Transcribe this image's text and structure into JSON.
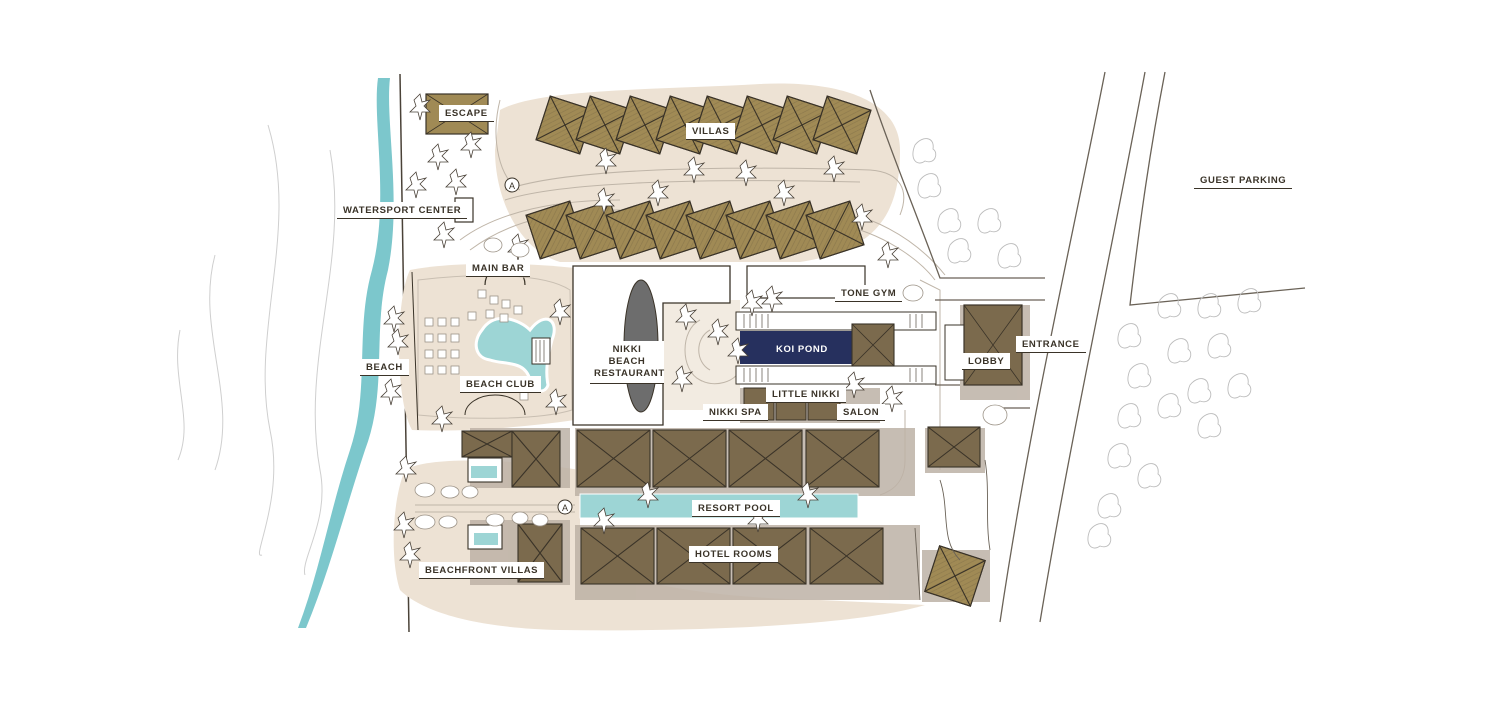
{
  "map": {
    "labels": {
      "escape": "ESCAPE",
      "villas": "VILLAS",
      "watersport_center": "WATERSPORT CENTER",
      "main_bar": "MAIN BAR",
      "guest_parking": "GUEST PARKING",
      "tone_gym": "TONE GYM",
      "nikki_beach_restaurant": "NIKKI BEACH RESTAURANT",
      "koi_pond": "KOI POND",
      "lobby": "LOBBY",
      "entrance": "ENTRANCE",
      "beach": "BEACH",
      "beach_club": "BEACH CLUB",
      "little_nikki": "LITTLE NIKKI",
      "nikki_spa": "NIKKI SPA",
      "salon": "SALON",
      "resort_pool": "RESORT POOL",
      "hotel_rooms": "HOTEL ROOMS",
      "beachfront_villas": "BEACHFRONT  VILLAS"
    },
    "path_markers": [
      "A",
      "A"
    ],
    "colors": {
      "sand": "#ede2d4",
      "roof_gold": "#a08a55",
      "roof_brown": "#7b6a4d",
      "shadow": "#bdb2a6",
      "ocean": "#7cc7cc",
      "pool": "#9dd5d5",
      "koi_pond": "#26305e",
      "ink": "#3a3328",
      "restaurant_roof": "#6d6d6d"
    }
  }
}
